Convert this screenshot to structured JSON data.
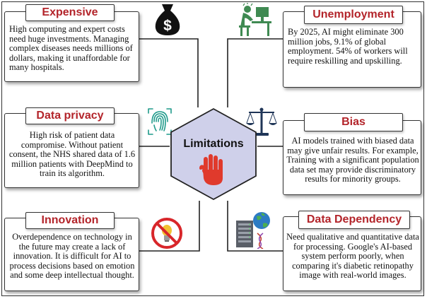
{
  "hub": {
    "label": "Limitations"
  },
  "cards": {
    "expensive": {
      "title": "Expensive",
      "body": "High computing and expert costs need huge investments. Managing complex diseases needs millions of dollars, making it unaffordable for many hospitals."
    },
    "data_privacy": {
      "title": "Data privacy",
      "body": "High risk of patient data compromise. Without patient consent, the NHS shared data of 1.6 million patients with DeepMind to train its algorithm."
    },
    "innovation": {
      "title": "Innovation",
      "body": "Overdependence on technology in the future may create a lack of innovation. It is difficult for AI to process decisions based on emotion and some deep intellectual thought."
    },
    "unemployment": {
      "title": "Unemployment",
      "body": "By 2025, AI might eliminate 300 million jobs, 9.1% of global employment. 54% of workers will require reskilling and upskilling."
    },
    "bias": {
      "title": "Bias",
      "body": "AI models trained with biased data may give unfair results. For example, Training with a significant population data set may provide discriminatory results for minority groups."
    },
    "data_dependency": {
      "title": "Data Dependency",
      "body": "Need qualitative and quantitative data for processing. Google's AI-based system perform poorly, when comparing it's diabetic retinopathy image with real-world images."
    }
  },
  "icons": {
    "expensive": "money-bag-icon",
    "data_privacy": "fingerprint-icon",
    "innovation": "no-lightbulb-icon",
    "unemployment": "stressed-worker-icon",
    "bias": "scales-icon",
    "data_dependency": "server-globe-icon",
    "hub": "stop-hand-icon"
  },
  "colors": {
    "title_red": "#b3242a",
    "hub_fill": "#cfd0ea",
    "hand_red": "#e03a2c",
    "icon_green": "#3f8a52",
    "icon_teal": "#1f9a8a",
    "icon_navy": "#1f3557"
  }
}
